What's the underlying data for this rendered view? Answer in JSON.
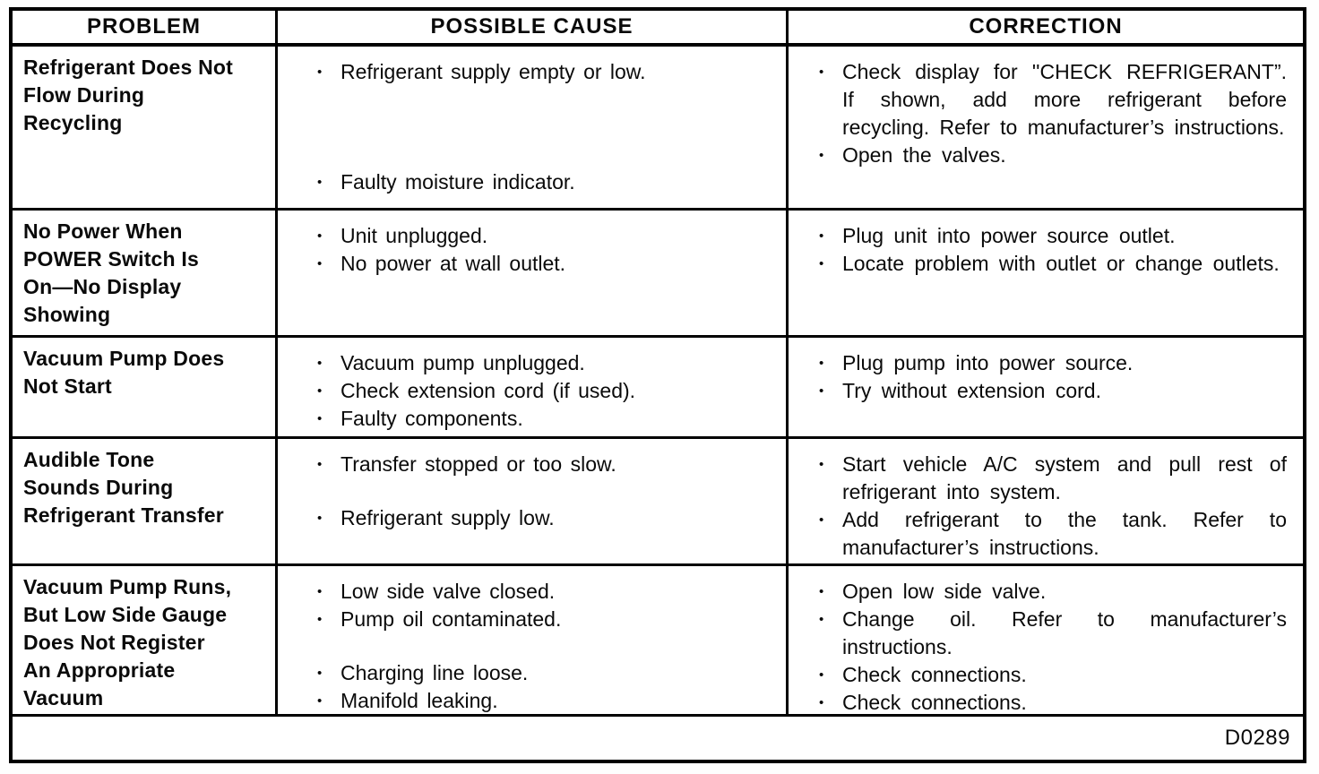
{
  "document": {
    "figure_code": "D0289",
    "background_color": "#ffffff",
    "line_color": "#000000"
  },
  "table": {
    "bullet": "•",
    "headers": {
      "problem": "PROBLEM",
      "cause": "POSSIBLE CAUSE",
      "correction": "CORRECTION"
    },
    "rows": [
      {
        "problem": "Refrigerant Does Not\nFlow During\nRecycling",
        "causes": [
          "Refrigerant supply empty or low.",
          "Faulty moisture indicator."
        ],
        "corrections": [
          "Check display for ''CHECK REFRIGERANT”. If shown, add more refrigerant before recycling. Refer to manufacturer’s instructions.",
          "Open the valves."
        ]
      },
      {
        "problem": "No Power When\nPOWER Switch Is\nOn—No Display\nShowing",
        "causes": [
          "Unit unplugged.",
          "No power at wall outlet."
        ],
        "corrections": [
          "Plug unit into power source outlet.",
          "Locate problem with outlet or change outlets."
        ]
      },
      {
        "problem": "Vacuum Pump Does\nNot Start",
        "causes": [
          "Vacuum pump unplugged.",
          "Check extension cord (if used).",
          "Faulty components."
        ],
        "corrections": [
          "Plug pump into power source.",
          "Try without extension cord."
        ]
      },
      {
        "problem": "Audible Tone\nSounds During\nRefrigerant Transfer",
        "causes": [
          "Transfer stopped or too slow.",
          "Refrigerant supply low."
        ],
        "corrections": [
          "Start vehicle A/C system and pull rest of refrigerant into system.",
          "Add refrigerant to the tank. Refer to manufacturer’s instructions."
        ]
      },
      {
        "problem": "Vacuum Pump Runs,\nBut Low Side Gauge\nDoes Not Register\nAn Appropriate\nVacuum",
        "causes": [
          "Low side valve closed.",
          "Pump oil contaminated.",
          "Charging line loose.",
          "Manifold leaking."
        ],
        "corrections": [
          "Open low side valve.",
          "Change oil. Refer to manufacturer’s instructions.",
          "Check connections.",
          "Check connections."
        ]
      }
    ]
  }
}
